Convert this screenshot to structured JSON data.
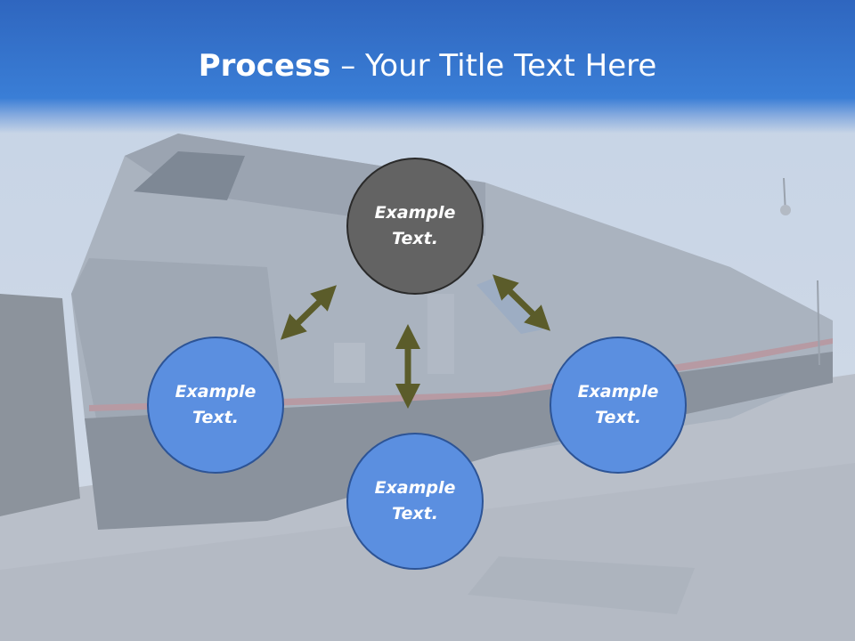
{
  "title": {
    "bold": "Process",
    "rest": " – Your Title Text Here"
  },
  "nodes": {
    "top": "Example\nText.",
    "left": "Example\nText.",
    "bottom": "Example\nText.",
    "right": "Example\nText."
  },
  "colors": {
    "header": "#3a7ed6",
    "node_blue": "#5b8fe0",
    "node_dark": "#636363",
    "arrow": "#5b5c2a"
  }
}
